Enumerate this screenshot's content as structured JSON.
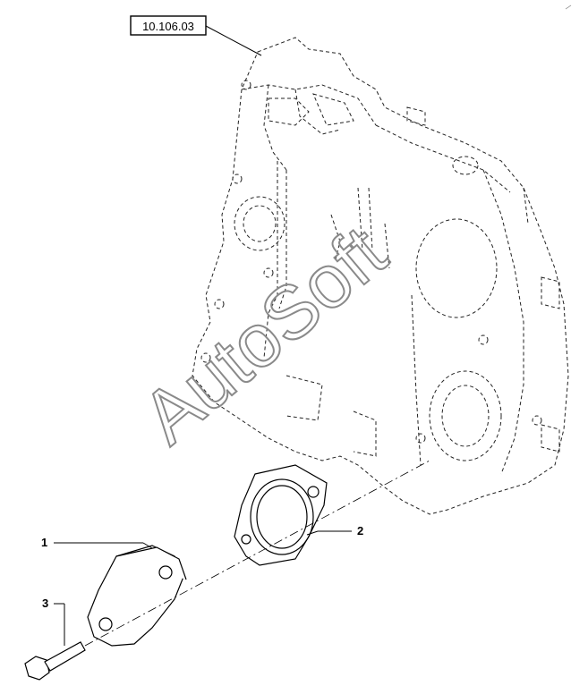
{
  "reference_box": {
    "label": "10.106.03"
  },
  "callouts": [
    {
      "number": "1",
      "part": "cover plate"
    },
    {
      "number": "2",
      "part": "gasket"
    },
    {
      "number": "3",
      "part": "bolt"
    }
  ],
  "watermark": {
    "text": "AutoSoft"
  },
  "colors": {
    "line": "#000000",
    "hidden_line": "#333333",
    "watermark": "#8a8a8a"
  }
}
